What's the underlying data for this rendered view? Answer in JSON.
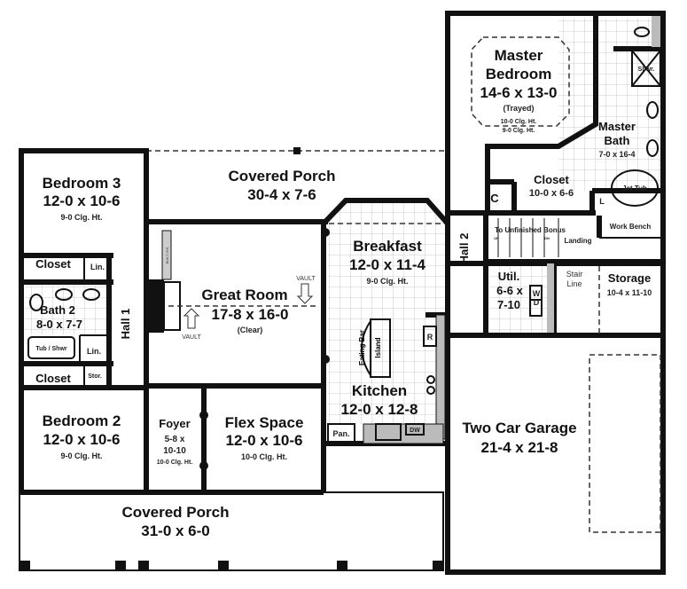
{
  "rooms": {
    "master_bedroom": {
      "name1": "Master",
      "name2": "Bedroom",
      "size": "14-6 x 13-0",
      "note": "(Trayed)",
      "ceiling1": "10-0 Clg. Ht.",
      "ceiling2": "9-0 Clg. Ht."
    },
    "master_bath": {
      "name1": "Master",
      "name2": "Bath",
      "size": "7-0 x 16-4",
      "shower": "Shwr.",
      "tub": "Jet Tub",
      "linen": "L"
    },
    "master_closet": {
      "name": "Closet",
      "size": "10-0 x 6-6",
      "coat": "C"
    },
    "bedroom3": {
      "name": "Bedroom 3",
      "size": "12-0 x 10-6",
      "ceiling": "9-0 Clg. Ht."
    },
    "bedroom2": {
      "name": "Bedroom 2",
      "size": "12-0 x 10-6",
      "ceiling": "9-0 Clg. Ht."
    },
    "bath2": {
      "name": "Bath 2",
      "size": "8-0 x 7-7",
      "tub": "Tub / Shwr",
      "linen": "Lin."
    },
    "closet_top": {
      "name": "Closet",
      "linen": "Lin."
    },
    "closet_bottom": {
      "name": "Closet",
      "storage": "Stor."
    },
    "hall1": {
      "name": "Hall 1"
    },
    "hall2": {
      "name": "Hall 2"
    },
    "covered_porch_rear": {
      "name": "Covered Porch",
      "size": "30-4 x 7-6"
    },
    "great_room": {
      "name": "Great Room",
      "size": "17-8 x 16-0",
      "note": "(Clear)",
      "vault1": "VAULT",
      "vault2": "VAULT",
      "builtins": "BUILT-INS"
    },
    "breakfast": {
      "name": "Breakfast",
      "size": "12-0 x 11-4",
      "ceiling": "9-0 Clg. Ht."
    },
    "kitchen": {
      "name": "Kitchen",
      "size": "12-0 x 12-8",
      "eating_bar": "Eating Bar",
      "island": "Island",
      "fridge": "R",
      "pantry": "Pan.",
      "dishwasher": "DW"
    },
    "foyer": {
      "name": "Foyer",
      "size1": "5-8 x",
      "size2": "10-10",
      "ceiling": "10-0 Clg. Ht."
    },
    "flex": {
      "name": "Flex Space",
      "size": "12-0 x 10-6",
      "ceiling": "10-0 Clg. Ht."
    },
    "covered_porch_front": {
      "name": "Covered Porch",
      "size": "31-0 x 6-0"
    },
    "stairs": {
      "label": "To Unfinished Bonus",
      "landing": "Landing",
      "up": "UP",
      "dn": "DN"
    },
    "work_bench": {
      "name": "Work Bench"
    },
    "utility": {
      "name": "Util.",
      "size1": "6-6 x",
      "size2": "7-10",
      "washer": "W",
      "dryer": "D"
    },
    "storage": {
      "name": "Storage",
      "size": "10-4 x 11-10",
      "stair_line1": "Stair",
      "stair_line2": "Line"
    },
    "garage": {
      "name": "Two Car Garage",
      "size": "21-4 x 21-8"
    }
  }
}
